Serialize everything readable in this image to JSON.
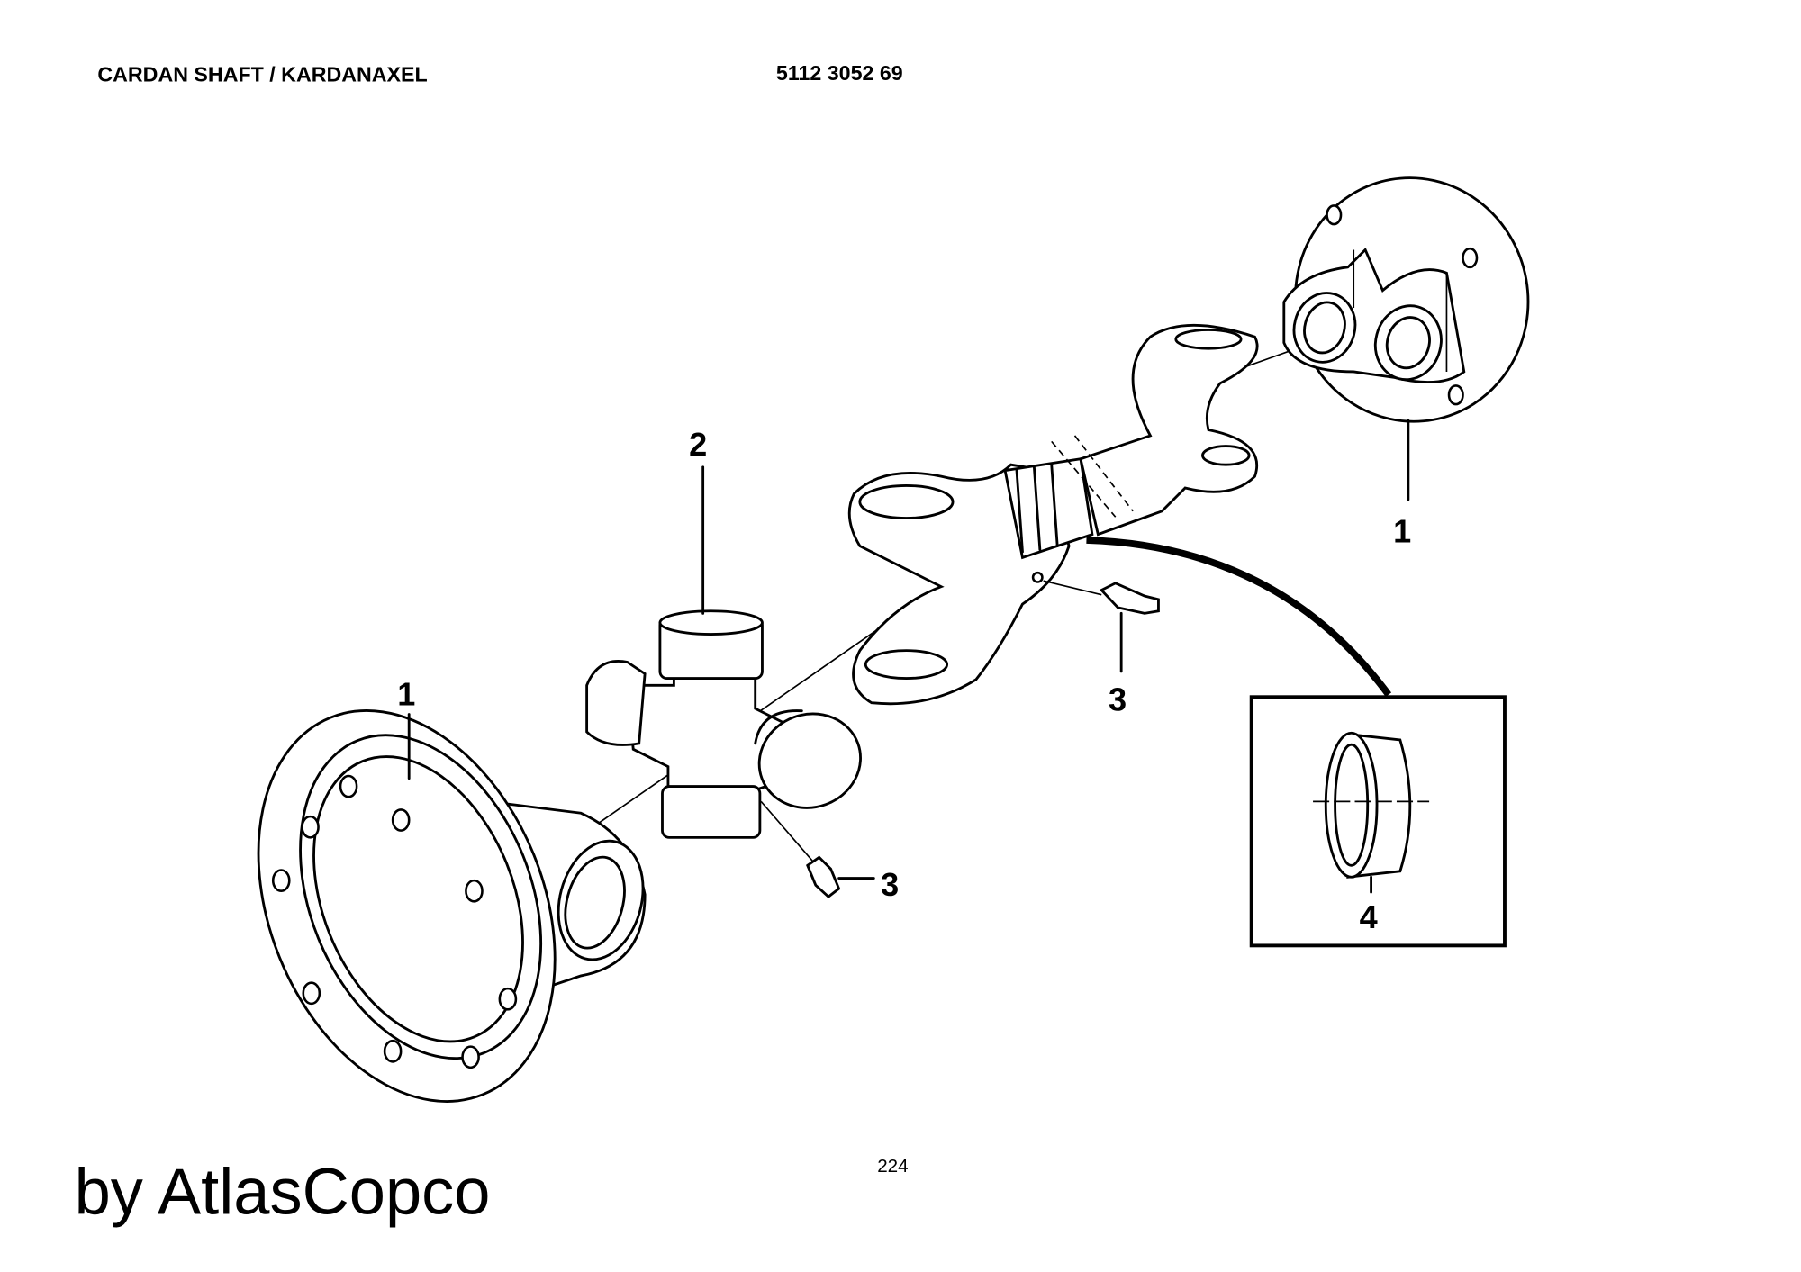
{
  "header": {
    "title": "CARDAN SHAFT / KARDANAXEL",
    "part_number": "5112 3052 69"
  },
  "callouts": [
    {
      "id": "left-flange",
      "label": "1"
    },
    {
      "id": "spider",
      "label": "2"
    },
    {
      "id": "grease-nipple-upper",
      "label": "3"
    },
    {
      "id": "grease-nipple-lower",
      "label": "3"
    },
    {
      "id": "right-flange",
      "label": "1"
    },
    {
      "id": "ring",
      "label": "4"
    }
  ],
  "footer": {
    "page_number": "224",
    "branding": "by AtlasCopco"
  }
}
